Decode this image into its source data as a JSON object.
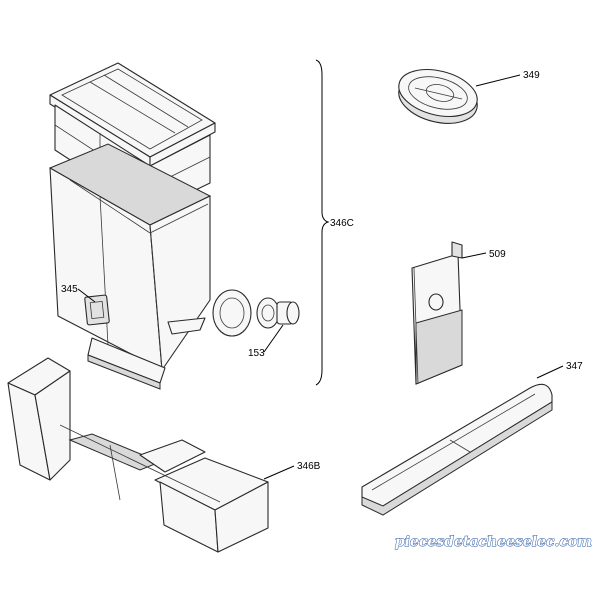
{
  "callouts": {
    "bracket_assembly": "346C",
    "lid": "349",
    "plate": "509",
    "tray": "347",
    "base": "346B",
    "latch": "345",
    "seal": "153"
  },
  "watermark": {
    "text": "piecesdetacheeselec.com",
    "outline_color": "#1c4fa0"
  }
}
